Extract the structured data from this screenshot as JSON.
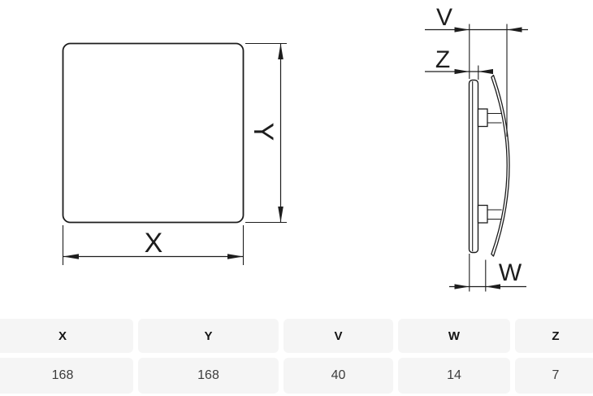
{
  "drawing": {
    "labels": {
      "x": "X",
      "y": "Y",
      "v": "V",
      "z": "Z",
      "w": "W"
    }
  },
  "table": {
    "columns": [
      {
        "header": "X",
        "value": "168"
      },
      {
        "header": "Y",
        "value": "168"
      },
      {
        "header": "V",
        "value": "40"
      },
      {
        "header": "W",
        "value": "14"
      },
      {
        "header": "Z",
        "value": "7"
      }
    ]
  },
  "colors": {
    "line": "#1d1d1d",
    "table_cell_bg": "#f5f5f5",
    "header_text": "#141414",
    "value_text": "#3c3c3c"
  }
}
